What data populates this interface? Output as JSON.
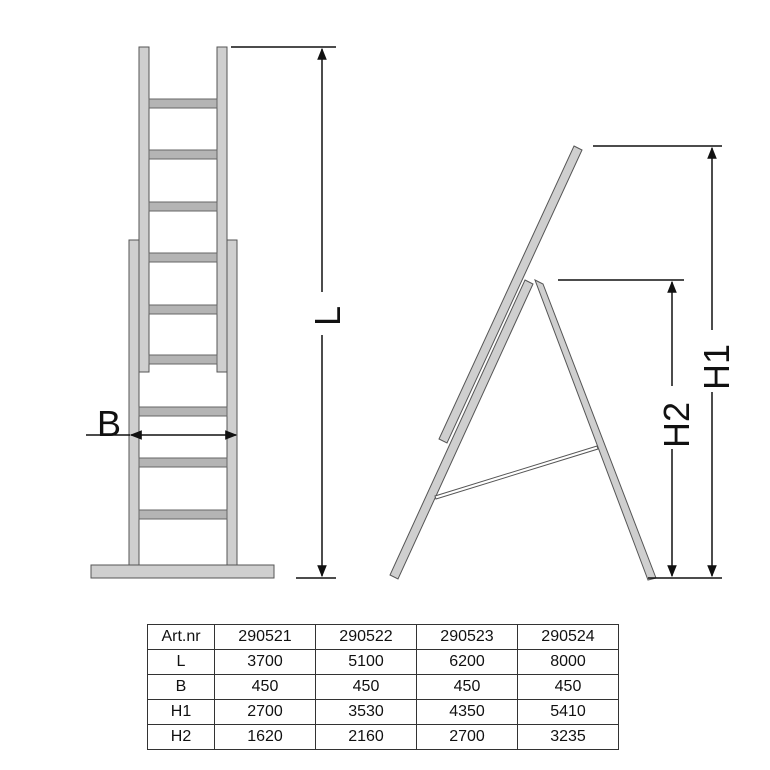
{
  "diagram": {
    "labels": {
      "length": "L",
      "width": "B",
      "height_total": "H1",
      "height_support": "H2"
    },
    "colors": {
      "rail_fill": "#cfcfcf",
      "rung_fill": "#b4b4b4",
      "outline": "#555555",
      "dimension_line": "#111111"
    }
  },
  "table": {
    "header": [
      "Art.nr",
      "290521",
      "290522",
      "290523",
      "290524"
    ],
    "rows": [
      {
        "label": "L",
        "values": [
          "3700",
          "5100",
          "6200",
          "8000"
        ]
      },
      {
        "label": "B",
        "values": [
          "450",
          "450",
          "450",
          "450"
        ]
      },
      {
        "label": "H1",
        "values": [
          "2700",
          "3530",
          "4350",
          "5410"
        ]
      },
      {
        "label": "H2",
        "values": [
          "1620",
          "2160",
          "2700",
          "3235"
        ]
      }
    ]
  }
}
